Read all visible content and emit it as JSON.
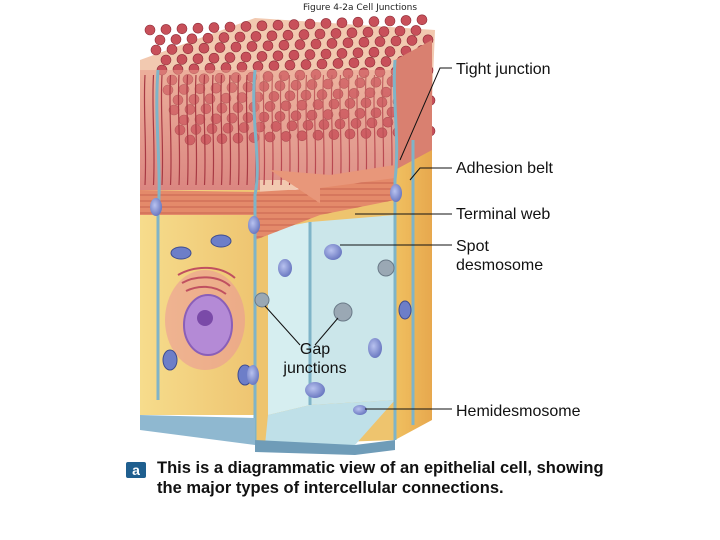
{
  "figure": {
    "title": "Figure 4-2a  Cell Junctions"
  },
  "labels": {
    "tight_junction": "Tight junction",
    "adhesion_belt": "Adhesion belt",
    "terminal_web": "Terminal web",
    "spot_desmosome_1": "Spot",
    "spot_desmosome_2": "desmosome",
    "gap_junctions_1": "Gap",
    "gap_junctions_2": "junctions",
    "hemidesmosome": "Hemidesmosome"
  },
  "caption": {
    "badge": "a",
    "text": "This is a diagrammatic view of an epithelial cell, showing the major types of intercellular connections."
  },
  "colors": {
    "microvilli": "#c8505a",
    "cytoplasm": "#f4d47c",
    "terminal_web": "#e2876a",
    "interior": "#d6eef0",
    "membrane": "#7fb4c8",
    "junction": "#7b8bd0",
    "basement": "#8fb8d0"
  }
}
